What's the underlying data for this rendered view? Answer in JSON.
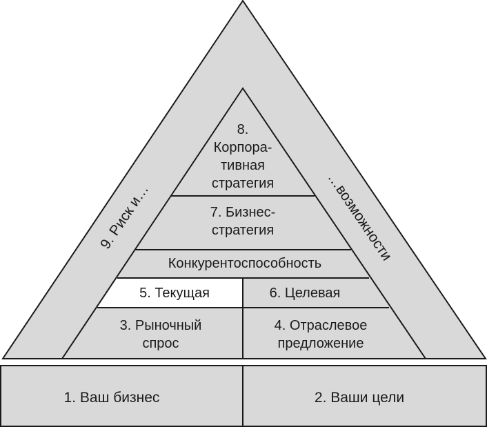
{
  "colors": {
    "fill": "#d9d9d9",
    "highlight": "#ffffff",
    "stroke": "#1a1a1a"
  },
  "base": {
    "left": "1. Ваш бизнес",
    "right": "2. Ваши цели"
  },
  "outer": {
    "left_side": "9. Риск и…",
    "right_side": "…возможности"
  },
  "inner": {
    "level8": [
      "8.",
      "Корпора-",
      "тивная",
      "стратегия"
    ],
    "level7": [
      "7. Бизнес-",
      "стратегия"
    ],
    "competitiveness": "Конкурентоспособность",
    "current": "5. Текущая",
    "target": "6. Целевая",
    "demand": [
      "3. Рыночный",
      "спрос"
    ],
    "supply": [
      "4. Отраслевое",
      "предложение"
    ]
  }
}
